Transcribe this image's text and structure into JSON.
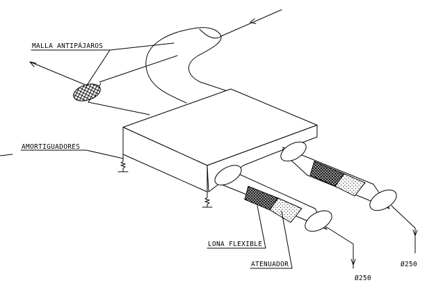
{
  "labels": {
    "malla": "MALLA ANTIPÁJAROS",
    "amortiguadores": "AMORTIGUADORES",
    "lona": "LONA FLEXIBLE",
    "atenuador": "ATENUADOR",
    "diam_left": "Ø250",
    "diam_right": "Ø250"
  }
}
